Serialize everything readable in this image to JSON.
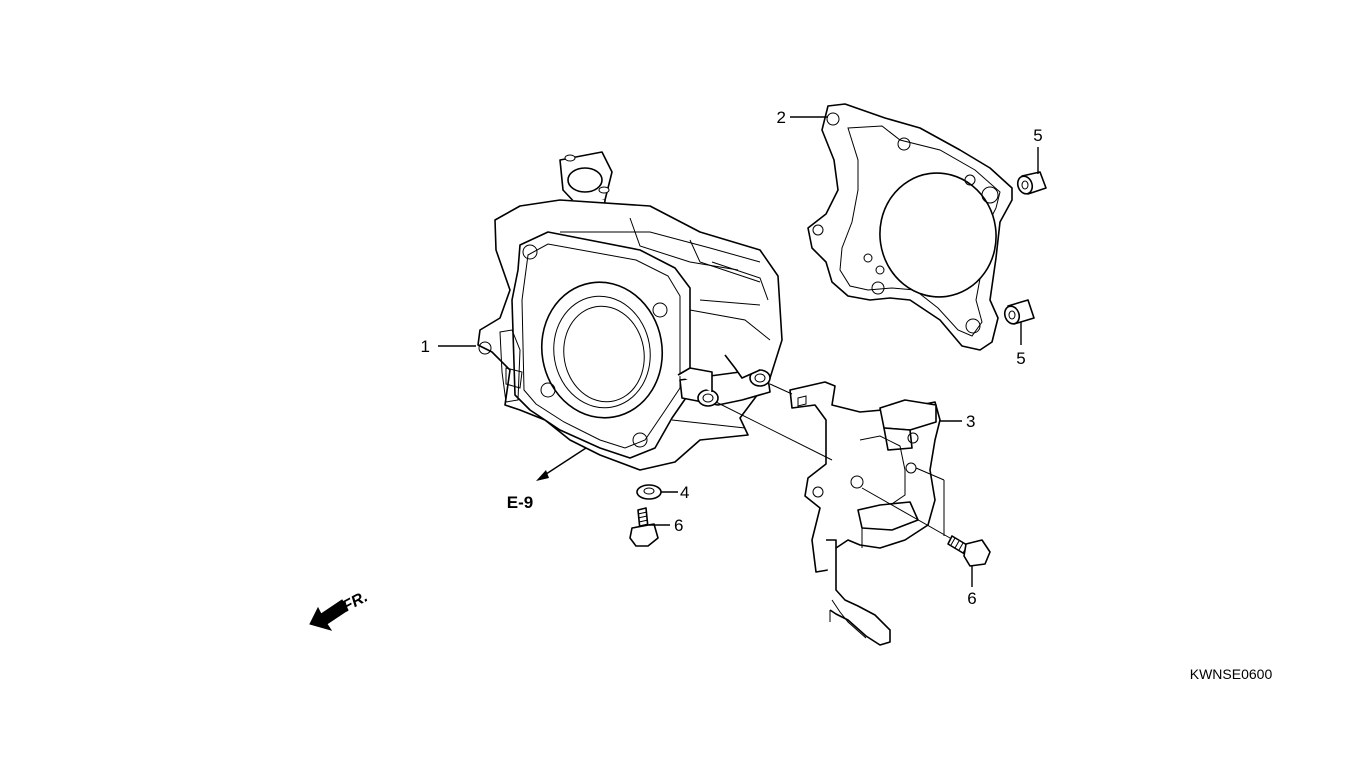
{
  "diagram": {
    "callouts": {
      "c1": "1",
      "c2": "2",
      "c3": "3",
      "c4": "4",
      "c5a": "5",
      "c5b": "5",
      "c6a": "6",
      "c6b": "6"
    },
    "reference": "E-9",
    "front_indicator": "FR.",
    "drawing_code": "KWNSE0600"
  },
  "colors": {
    "line": "#000000",
    "background": "#ffffff"
  },
  "icons": {
    "front_arrow": "arrow-down-left-icon"
  }
}
